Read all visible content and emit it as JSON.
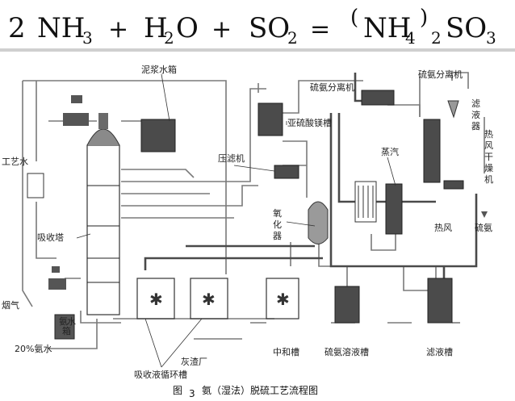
{
  "equation": {
    "coef_left": "2",
    "nh3": "NH",
    "nh3_sub": "3",
    "plus1": "+",
    "h2o_h": "H",
    "h2o_sub": "2",
    "h2o_o": "O",
    "plus2": "+",
    "so2": "SO",
    "so2_sub": "2",
    "equals": "=",
    "paren_open": "(",
    "nh4": "NH",
    "nh4_sub": "4",
    "paren_close": ")",
    "prod_sub": "2",
    "so3": "SO",
    "so3_sub": "3"
  },
  "labels": {
    "slurry_tank": "泥浆水箱",
    "ammonium_separator": "硫氨分离机",
    "ammonium_separator_right": "硫氨分离机",
    "mg_sulfite_tank": "亚硫酸镁槽",
    "filter_press": "压滤机",
    "process_water": "工艺水",
    "steam": "蒸汽",
    "filtrate_tank_v": "滤液器",
    "hot_air_dryer": "热风干燥机",
    "hot_air": "热风",
    "ammonium_sulfate_out": "硫氨",
    "oxidizer": "氧化器",
    "absorber": "吸收塔",
    "flue_gas": "烟气",
    "ammonia_tank": "氨水箱",
    "ammonia_water": "20%氨水",
    "ash_plant": "灰渣厂",
    "neutralize_tank": "中和槽",
    "ammonium_solution_tank": "硫氨溶液槽",
    "filtrate_tank": "滤液槽",
    "circulation_tank": "吸收液循环槽"
  },
  "caption": {
    "fig": "图",
    "num": "3",
    "title": "氨（湿法）脱硫工艺流程图"
  }
}
